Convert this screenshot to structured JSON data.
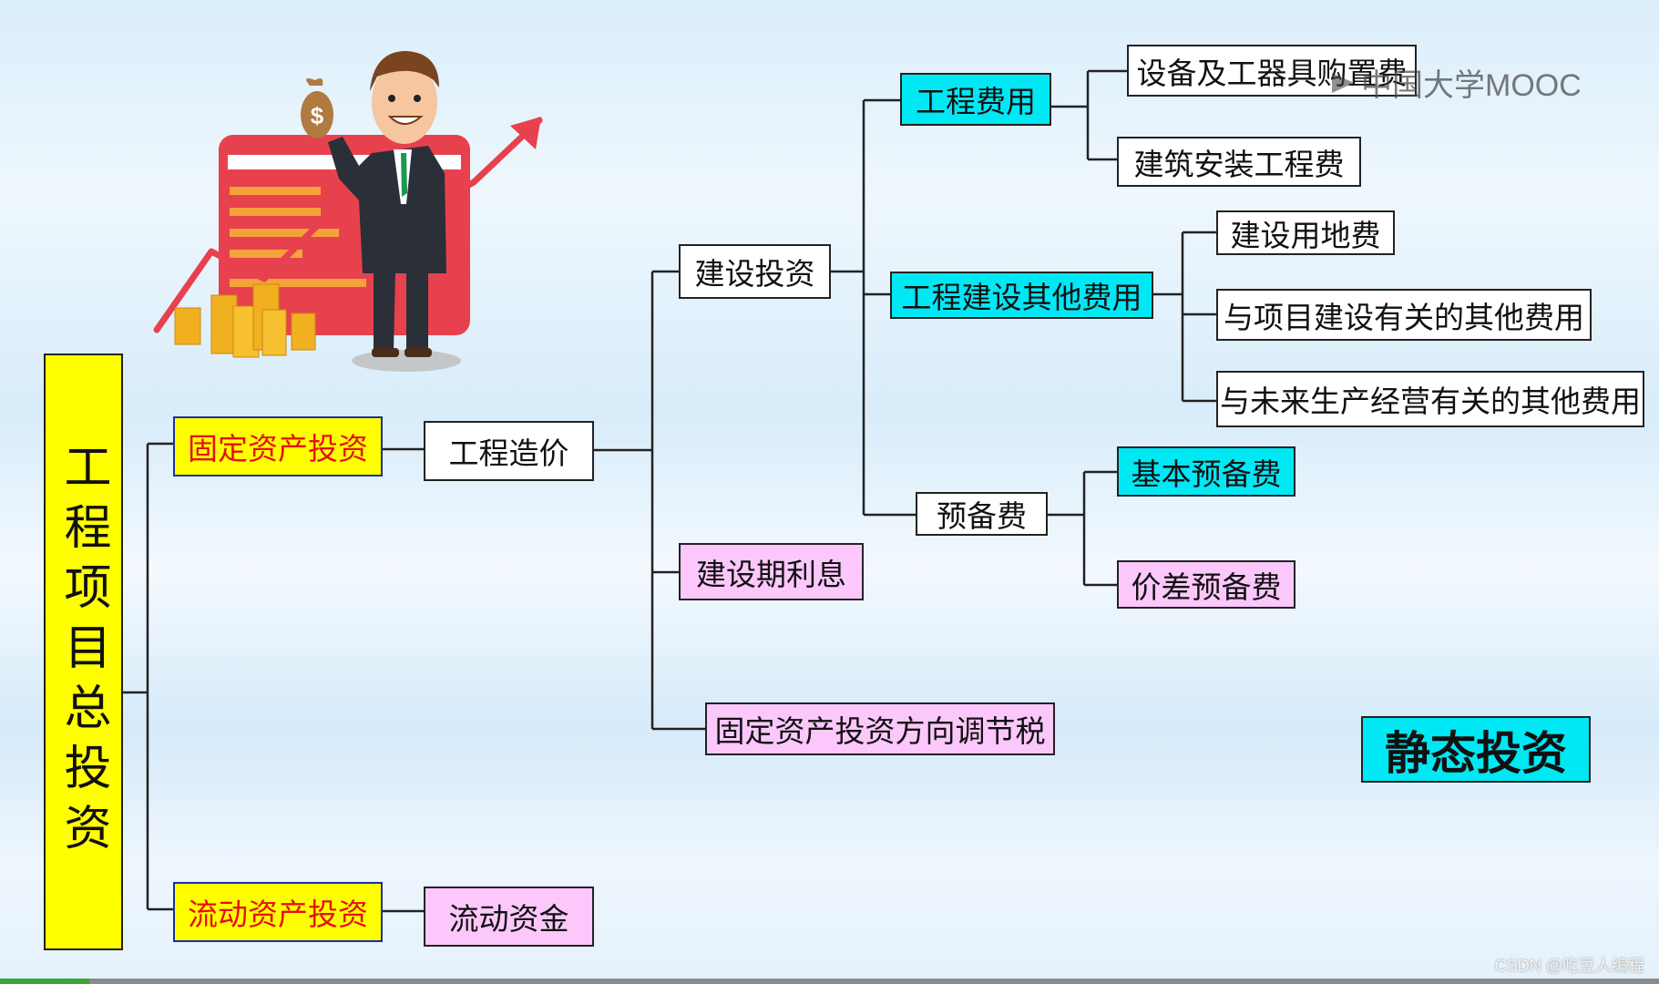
{
  "root": {
    "label": "工程项目总投资"
  },
  "branches": {
    "fixed_asset_investment": "固定资产投资",
    "working_capital_investment": "流动资产投资"
  },
  "level2": {
    "engineering_cost": "工程造价",
    "working_fund": "流动资金"
  },
  "level3": {
    "construction_investment": "建设投资",
    "construction_interest": "建设期利息",
    "investment_direction_tax": "固定资产投资方向调节税"
  },
  "level4": {
    "engineering_expense": "工程费用",
    "other_construction_expense": "工程建设其他费用",
    "reserve_fund": "预备费"
  },
  "level5": {
    "equipment_purchase": "设备及工器具购置费",
    "building_installation": "建筑安装工程费",
    "land_use": "建设用地费",
    "project_related_other": "与项目建设有关的其他费用",
    "future_production_other": "与未来生产经营有关的其他费用",
    "basic_reserve": "基本预备费",
    "price_difference_reserve": "价差预备费"
  },
  "legend": {
    "static_investment": "静态投资"
  },
  "watermark": {
    "text": "中国大学MOOC"
  },
  "credit": {
    "text": "CSDN @吃豆人编程"
  },
  "colors": {
    "static_highlight": "#00e8f4",
    "dynamic_highlight": "#fcc8fc",
    "branch_fill": "#ffff00",
    "branch_text": "#e41010"
  },
  "icons": [
    "money-bag-icon",
    "dollar-sign-icon",
    "growth-arrow-icon",
    "coin-stack-icon",
    "credit-card-icon",
    "play-logo-icon"
  ]
}
